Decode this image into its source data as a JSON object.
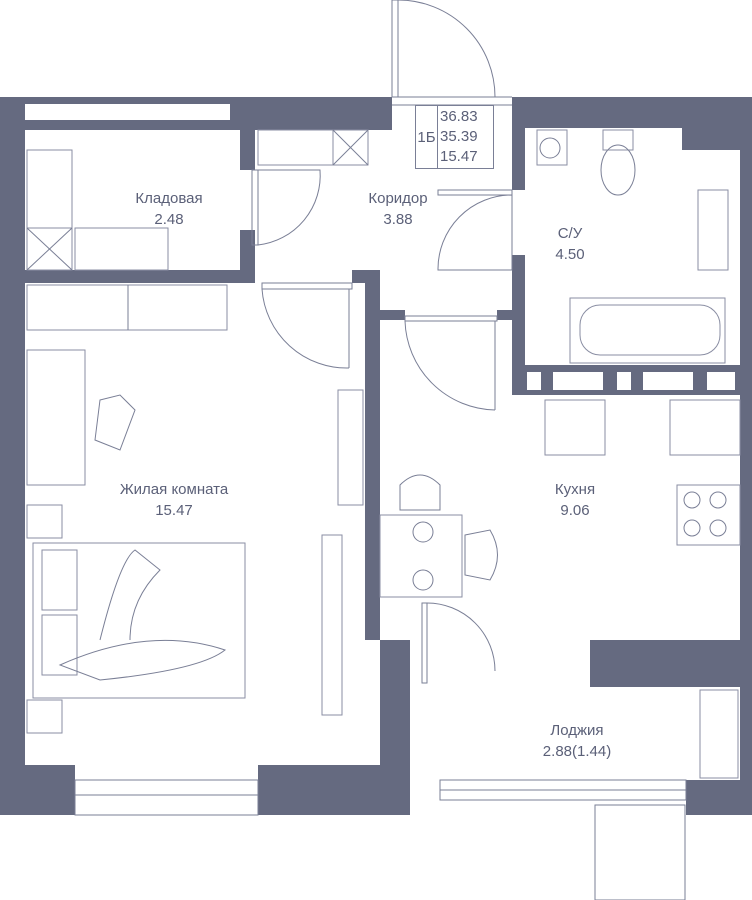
{
  "info_box": {
    "section": "1Б",
    "total_area": "36.83",
    "living_total": "35.39",
    "living_area": "15.47"
  },
  "rooms": [
    {
      "name": "Кладовая",
      "area": "2.48"
    },
    {
      "name": "Коридор",
      "area": "3.88"
    },
    {
      "name": "С/У",
      "area": "4.50"
    },
    {
      "name": "Жилая комната",
      "area": "15.47"
    },
    {
      "name": "Кухня",
      "area": "9.06"
    },
    {
      "name": "Лоджия",
      "area": "2.88(1.44)"
    }
  ],
  "colors": {
    "wall": "#656a80",
    "text": "#5b6078"
  }
}
